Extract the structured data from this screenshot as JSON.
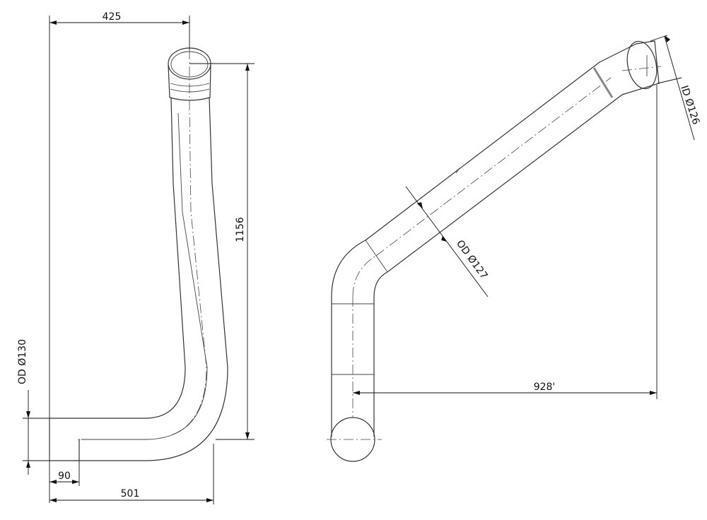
{
  "dimensions": {
    "d425": "425",
    "d1156": "1156",
    "od130": "OD Ø130",
    "d90": "90",
    "d501": "501",
    "id126": "ID Ø126",
    "od127": "OD Ø127",
    "d928": "928'"
  },
  "colors": {
    "line": "#333333",
    "dimension": "#111111",
    "background": "#ffffff"
  }
}
